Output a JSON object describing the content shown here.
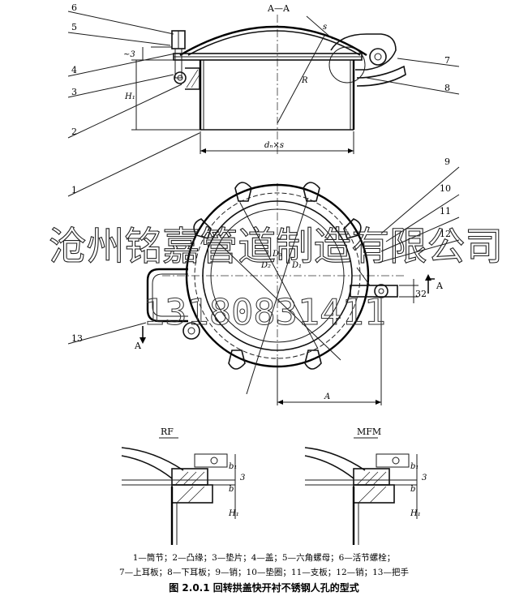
{
  "section_title": "A—A",
  "callouts": [
    "1",
    "2",
    "3",
    "4",
    "5",
    "6",
    "7",
    "8",
    "9",
    "10",
    "11",
    "12",
    "13"
  ],
  "dims": {
    "s": "s",
    "R": "R",
    "H1": "H₁",
    "h3": "~3",
    "dn_s": "dₙ×s",
    "D1": "D₁",
    "D2": "D₂",
    "D3": "D₃",
    "A_dim": "A",
    "d32": "32",
    "b": "b",
    "b1": "b₁",
    "three": "3"
  },
  "section_markers": {
    "A": "A"
  },
  "details": {
    "rf": "RF",
    "mfm": "MFM"
  },
  "watermark": {
    "company": "沧州铭嘉管道制造有限公司",
    "phone": "13180831411"
  },
  "legend": {
    "line1": "1—筒节；2—凸缘；3—垫片；4—盖；5—六角螺母；6—活节螺栓；",
    "line2": "7—上耳板；8—下耳板；9—销；10—垫圈；11—支板；12—销；13—把手"
  },
  "caption": "图 2.0.1    回转拱盖快开衬不锈钢人孔的型式"
}
